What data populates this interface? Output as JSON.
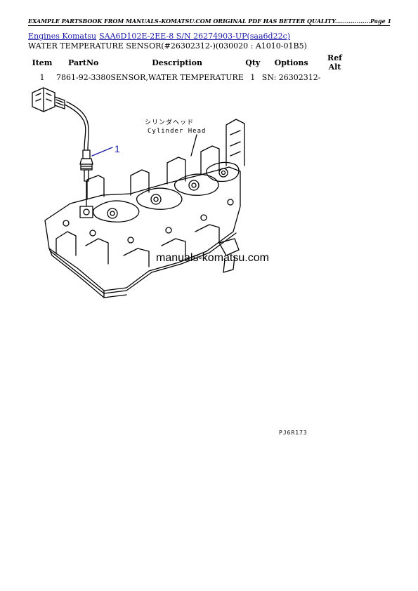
{
  "header": {
    "text": "EXAMPLE PARTSBOOK FROM MANUALS-KOMATSU.COM ORIGINAL PDF HAS BETTER QUALITY..................Page 1"
  },
  "breadcrumb": {
    "items": [
      "Engines Komatsu",
      "SAA6D102E-2EE-8 S/N 26274903-UP(saa6d22c)"
    ]
  },
  "section": {
    "title": "WATER TEMPERATURE SENSOR(#26302312-)(030020 : A1010-01B5)"
  },
  "table": {
    "headers": [
      "Item",
      "PartNo",
      "Description",
      "Qty",
      "Options",
      "Ref Alt"
    ],
    "rows": [
      {
        "item": "1",
        "partno": "7861-92-3380",
        "description": "SENSOR,WATER TEMPERATURE",
        "qty": "1",
        "options": "SN: 26302312-",
        "refalt": ""
      }
    ]
  },
  "diagram": {
    "label_jp": "シリンダヘッド",
    "label_en": "Cylinder Head",
    "callout": "1",
    "watermark": "manuals-komatsu.com"
  },
  "footer": {
    "code": "PJ6R173"
  },
  "colors": {
    "link": "#1a1aa8",
    "callout": "#1a1aa8"
  }
}
